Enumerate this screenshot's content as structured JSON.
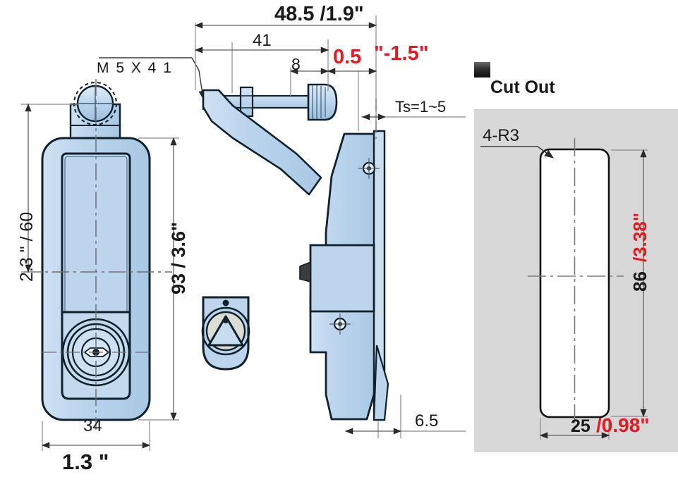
{
  "drawing": {
    "title": "Compression Latch Technical Drawing",
    "colors": {
      "part_fill": "#bcd5ed",
      "part_fill_light": "#d5e5f4",
      "part_fill_dark": "#a9c8e4",
      "outline": "#10202c",
      "dim_line": "#6e6e6e",
      "red_accent": "#e11a22",
      "cutout_bg": "#d8d8d8",
      "text": "#1a1a1a"
    }
  },
  "front_view": {
    "callout_thread": "M 5 X 4 1",
    "dim_height_overall_mm": "93",
    "dim_height_overall_in": "/ 3.6\"",
    "dim_height_overall": "93 / 3.6\"",
    "dim_top_offset": "2.3 \" / 60",
    "dim_width_mm": "34",
    "dim_width_in": "1.3 \""
  },
  "side_view": {
    "dim_total": "48.5 /1.9\"",
    "dim_41": "41",
    "dim_8": "8",
    "dim_grip_red": "0.5",
    "dim_grip_red_range": "\"-1.5\"",
    "dim_thickness": "Ts=1~5",
    "dim_bottom": "6.5"
  },
  "cutout": {
    "marker": "cutout-swatch",
    "title": "Cut Out",
    "radius_note": "4-R3",
    "dim_height_mm": "86",
    "dim_height_in": "/3.38\"",
    "dim_width_mm": "25",
    "dim_width_in": "/0.98\""
  }
}
